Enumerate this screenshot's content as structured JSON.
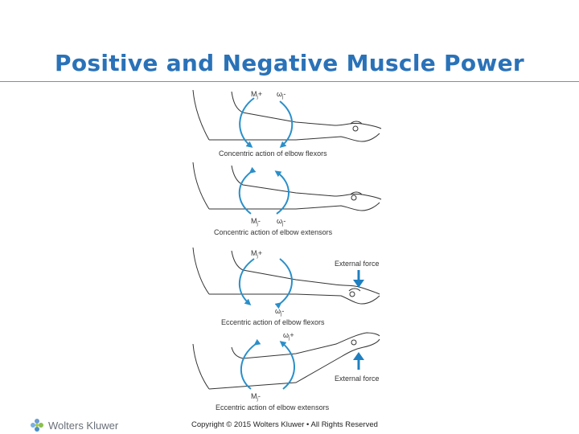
{
  "slide": {
    "title": "Positive and Negative Muscle Power"
  },
  "figure": {
    "panels": [
      {
        "caption": "Concentric action of elbow flexors",
        "moment_label": "M",
        "moment_sub": "j",
        "moment_sign": "+",
        "velocity_label": "ω",
        "velocity_sub": "j",
        "velocity_sign": "-"
      },
      {
        "caption": "Concentric action of elbow extensors",
        "moment_label": "M",
        "moment_sub": "j",
        "moment_sign": "-",
        "velocity_label": "ω",
        "velocity_sub": "j",
        "velocity_sign": "-"
      },
      {
        "caption": "Eccentric action of elbow flexors",
        "moment_label": "M",
        "moment_sub": "j",
        "moment_sign": "+",
        "velocity_label": "ω",
        "velocity_sub": "j",
        "velocity_sign": "-",
        "force_label": "External force"
      },
      {
        "caption": "Eccentric action of elbow extensors",
        "moment_label": "M",
        "moment_sub": "j",
        "moment_sign": "-",
        "velocity_label": "ω",
        "velocity_sub": "j",
        "velocity_sign": "+",
        "force_label": "External force"
      }
    ],
    "colors": {
      "arrow": "#2a8fc9",
      "force_arrow": "#1f7fc0",
      "line": "#333333"
    }
  },
  "footer": {
    "brand": "Wolters Kluwer",
    "copyright": "Copyright © 2015 Wolters Kluwer • All Rights Reserved"
  }
}
